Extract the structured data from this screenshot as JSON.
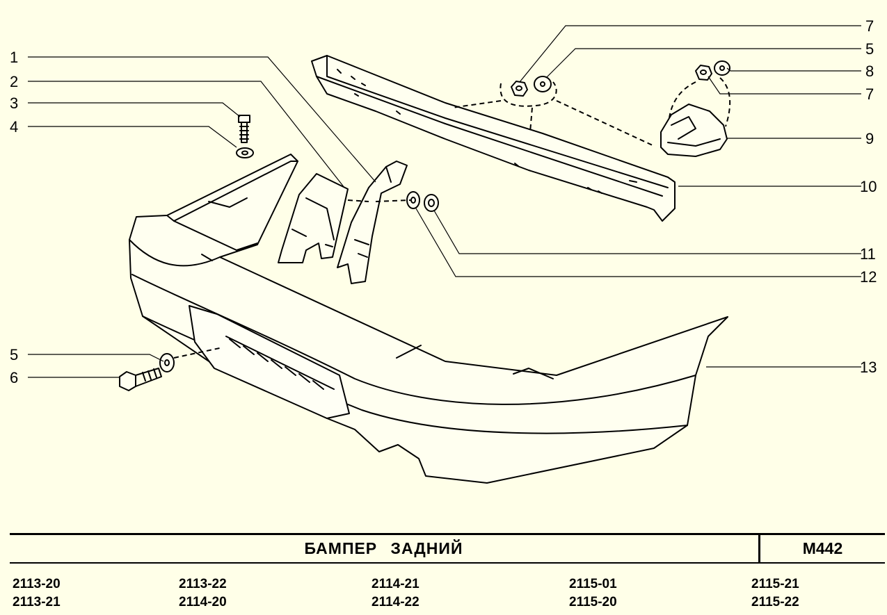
{
  "title": "БАМПЕР   ЗАДНИЙ",
  "code": "M442",
  "callouts": {
    "c1": "1",
    "c2": "2",
    "c3": "3",
    "c4": "4",
    "c5a": "5",
    "c6": "6",
    "c7a": "7",
    "c5b": "5",
    "c8": "8",
    "c7b": "7",
    "c9": "9",
    "c10": "10",
    "c11": "11",
    "c12": "12",
    "c13": "13"
  },
  "models": [
    [
      "2113-20",
      "2113-21"
    ],
    [
      "2113-22",
      "2114-20"
    ],
    [
      "2114-21",
      "2114-22"
    ],
    [
      "2115-01",
      "2115-20"
    ],
    [
      "2115-21",
      "2115-22"
    ]
  ]
}
